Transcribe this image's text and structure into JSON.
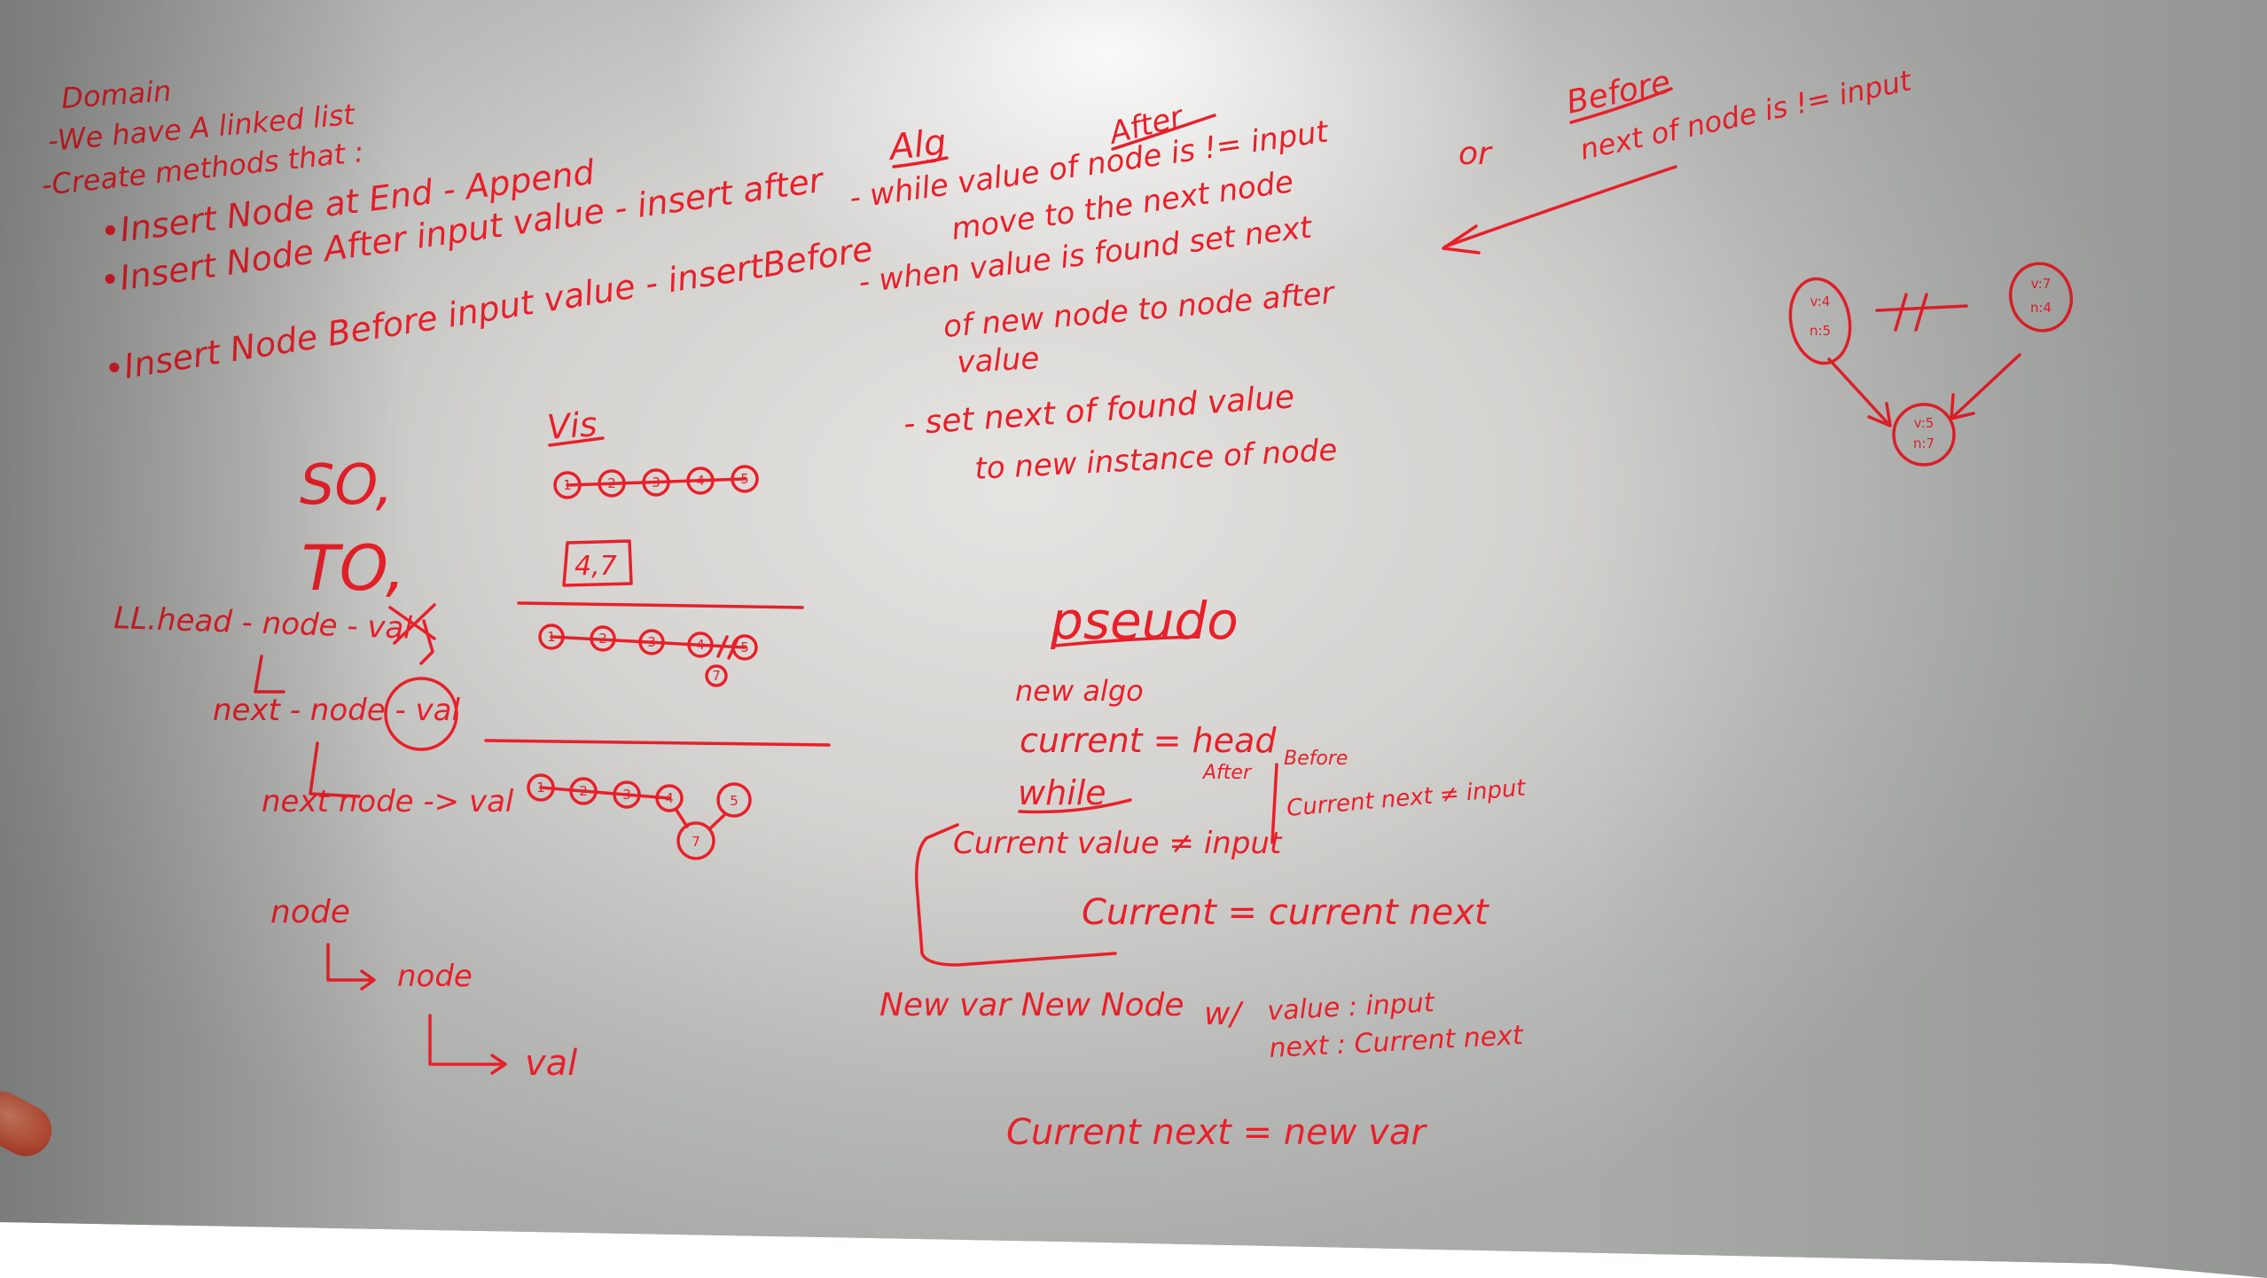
{
  "domain_text": {
    "title": "Domain",
    "line1": "-We have A linked list",
    "line2": "-Create methods that :",
    "bullet1": "•Insert Node at End  - Append",
    "bullet2": "•Insert Node After input value - insert after",
    "bullet3": "•Insert Node Before input value - insertBefore"
  },
  "alg": {
    "title": "Alg",
    "after_label": "After",
    "step1a": "- while value of node is != input",
    "step1b": "move to the next node",
    "step2a": "- when value is found  set next",
    "step2b": "of new node  to  node after",
    "step2c": "value",
    "step3a": "- set  next  of  found value",
    "step3b": "to  new instance of node",
    "or_text": "or",
    "before_label": "Before",
    "before_text": "next of node is != input"
  },
  "vis": {
    "title": "Vis",
    "nodes_row1": [
      "1",
      "2",
      "3",
      "4",
      "5"
    ],
    "box_label": "4,7",
    "nodes_row2": [
      "1",
      "2",
      "3",
      "4",
      "5"
    ],
    "inserted_node": "7",
    "nodes_row3": [
      "1",
      "2",
      "3",
      "4",
      "5"
    ],
    "inserted_node_row3": "7"
  },
  "so_to": {
    "so": "SO,",
    "to": "TO,",
    "line1": "LL.head - node - val",
    "line2": "next - node - val",
    "line3": "next     node -> val",
    "node1": "node",
    "node2": "node",
    "val": "val"
  },
  "pseudo": {
    "title": "pseudo",
    "line1": "new algo",
    "line2": "current = head",
    "while_label": "while",
    "after_label": "After",
    "before_label": "Before",
    "cond_after": "Current value ≠ input",
    "cond_before": "Current next ≠ input",
    "body": "Current = current next",
    "newvar": "New var  New Node",
    "with": "w/",
    "value_line": "value : input",
    "next_line": "next : Current next",
    "final": "Current  next = new var"
  },
  "side_diagram": {
    "node_a_line1": "v:4",
    "node_a_line2": "n:5",
    "node_b_line1": "v:7",
    "node_b_line2": "n:4",
    "node_c_line1": "v:5",
    "node_c_line2": "n:7"
  }
}
